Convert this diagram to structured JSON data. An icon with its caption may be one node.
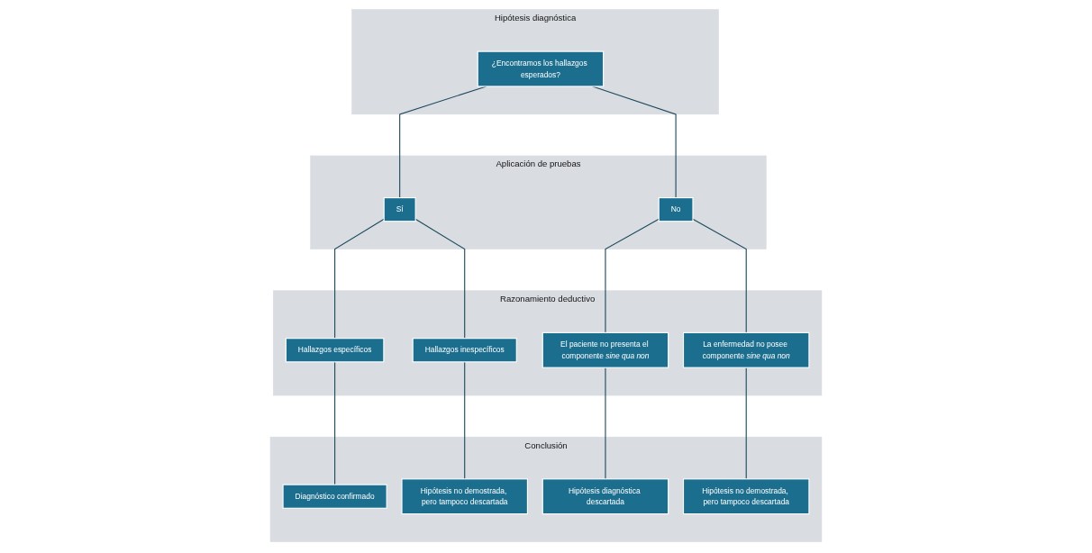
{
  "diagram": {
    "nodes": [
      {
        "text": [
          "Hipótesis diagnóstica"
        ]
      },
      {
        "text": [
          "¿Encontramos los hallazgos esperados?"
        ],
        "in": 0
      },
      {
        "text": [
          "Aplicación de pruebas"
        ]
      },
      {
        "text": [
          "Sí"
        ],
        "in": 2
      },
      {
        "text": [
          "No"
        ],
        "in": 2
      },
      {
        "text": [
          "Razonamiento deductivo"
        ]
      },
      {
        "text": [
          "Hallazgos específicos"
        ],
        "in": 5
      },
      {
        "text": [
          "Hallazgos inespecíficos"
        ],
        "in": 5
      },
      {
        "text": [
          "El paciente no presenta el componente *sine qua non*"
        ],
        "in": 5
      },
      {
        "text": [
          "La enfermedad no posee componente *sine qua non*"
        ],
        "in": 5
      },
      {
        "text": [
          "Conclusión"
        ]
      },
      {
        "text": [
          "Diagnóstico confirmado"
        ],
        "in": 10
      },
      {
        "text": [
          "Hipótesis no demostrada, pero tampoco descartada"
        ],
        "in": 10
      },
      {
        "text": [
          "Hipótesis diagnóstica descartada"
        ],
        "in": 10
      },
      {
        "text": [
          "Hipótesis no demostrada, pero tampoco descartada"
        ],
        "in": 10
      }
    ],
    "edges": [
      {
        "from": 1,
        "to": 3,
        "arrow": "none"
      },
      {
        "from": 1,
        "to": 4,
        "arrow": "none"
      },
      {
        "from": 3,
        "to": 6,
        "arrow": "none"
      },
      {
        "from": 3,
        "to": 7,
        "arrow": "none"
      },
      {
        "from": 4,
        "to": 8,
        "arrow": "none"
      },
      {
        "from": 4,
        "to": 9,
        "arrow": "none"
      },
      {
        "from": 6,
        "to": 11,
        "arrow": "none"
      },
      {
        "from": 7,
        "to": 12,
        "arrow": "none"
      },
      {
        "from": 8,
        "to": 13,
        "arrow": "none"
      },
      {
        "from": 9,
        "to": 14,
        "arrow": "none"
      }
    ]
  }
}
